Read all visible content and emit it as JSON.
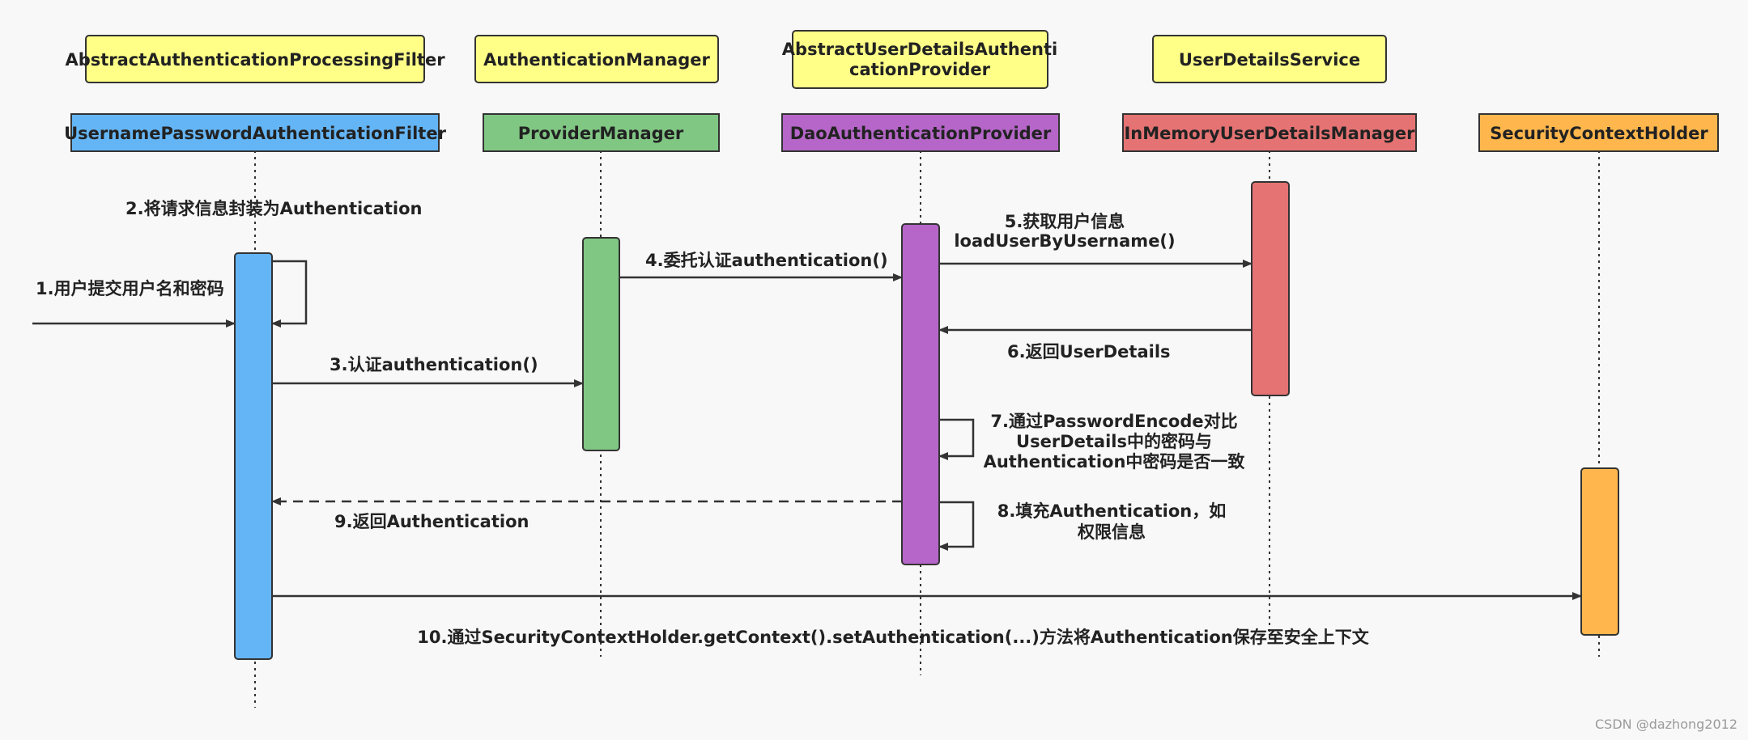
{
  "colors": {
    "background": "#f8f8f8",
    "abstract_box": "#ffff88",
    "filter_blue": "#64b5f6",
    "provider_green": "#81c784",
    "dao_purple": "#b566c8",
    "inmemory_red": "#e57373",
    "holder_orange": "#ffb74d",
    "stroke": "#333333"
  },
  "abstract_classes": {
    "filter": "AbstractAuthenticationProcessingFilter",
    "manager": "AuthenticationManager",
    "provider_line1": "AbstractUserDetailsAuthenti",
    "provider_line2": "cationProvider",
    "service": "UserDetailsService"
  },
  "participants": {
    "filter": "UsernamePasswordAuthenticationFilter",
    "manager": "ProviderManager",
    "provider": "DaoAuthenticationProvider",
    "service": "InMemoryUserDetailsManager",
    "holder": "SecurityContextHolder"
  },
  "messages": {
    "m1": "1.用户提交用户名和密码",
    "m2": "2.将请求信息封装为Authentication",
    "m3": "3.认证authentication()",
    "m4": "4.委托认证authentication()",
    "m5_line1": "5.获取用户信息",
    "m5_line2": "loadUserByUsername()",
    "m6": "6.返回UserDetails",
    "m7_line1": "7.通过PasswordEncode对比",
    "m7_line2": "UserDetails中的密码与",
    "m7_line3": "Authentication中密码是否一致",
    "m8_line1": "8.填充Authentication，如",
    "m8_line2": "权限信息",
    "m9": "9.返回Authentication",
    "m10": "10.通过SecurityContextHolder.getContext().setAuthentication(...)方法将Authentication保存至安全上下文"
  },
  "watermark": "CSDN @dazhong2012"
}
